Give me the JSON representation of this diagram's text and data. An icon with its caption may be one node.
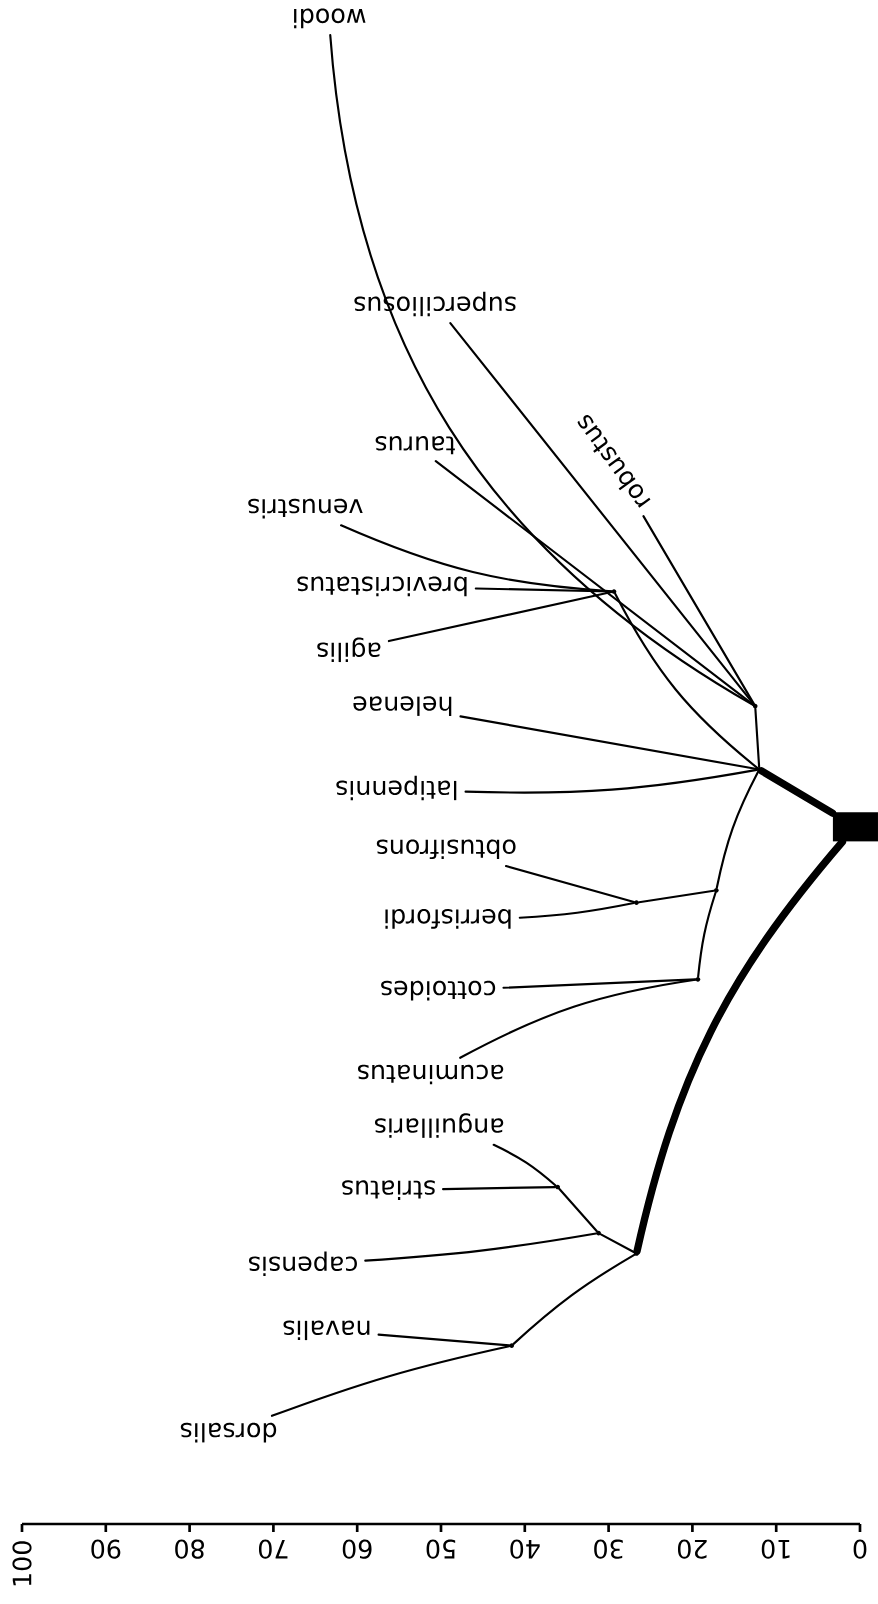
{
  "diagram": {
    "nodes": [
      {
        "text": [
          "woodi"
        ]
      },
      {
        "text": [
          "superciliosus"
        ]
      },
      {
        "text": [
          "robustus"
        ]
      },
      {
        "text": [
          "taurus"
        ]
      },
      {
        "text": [
          "venustris"
        ]
      },
      {
        "text": [
          "brevicristatus"
        ]
      },
      {
        "text": [
          "agilis"
        ]
      },
      {
        "text": [
          "helenae"
        ]
      },
      {
        "text": [
          "latipennis"
        ]
      },
      {
        "text": [
          "obtusifrons"
        ]
      },
      {
        "text": [
          "berrisfordi"
        ]
      },
      {
        "text": [
          "cottoides"
        ]
      },
      {
        "text": [
          "acuminatus"
        ]
      },
      {
        "text": [
          "anguillaris"
        ]
      },
      {
        "text": [
          "striatus"
        ]
      },
      {
        "text": [
          "capensis"
        ]
      },
      {
        "text": [
          "navalis"
        ]
      },
      {
        "text": [
          "dorsalis"
        ]
      },
      {
        "text": [],
        "shape": "bar"
      },
      {
        "text": [],
        "shape": "point"
      },
      {
        "text": [],
        "shape": "point"
      },
      {
        "text": [],
        "shape": "point"
      },
      {
        "text": [],
        "shape": "point"
      },
      {
        "text": [],
        "shape": "point"
      },
      {
        "text": [],
        "shape": "point"
      },
      {
        "text": [],
        "shape": "point"
      },
      {
        "text": [],
        "shape": "point"
      },
      {
        "text": [],
        "shape": "point"
      },
      {
        "text": [],
        "shape": "point"
      }
    ],
    "edges": [
      {
        "from": 18,
        "to": 19,
        "arrow": "none",
        "style": "thick"
      },
      {
        "from": 18,
        "to": 25,
        "arrow": "none",
        "style": "thick"
      },
      {
        "from": 19,
        "to": 20,
        "arrow": "none"
      },
      {
        "from": 20,
        "to": 0,
        "arrow": "none"
      },
      {
        "from": 20,
        "to": 1,
        "arrow": "none"
      },
      {
        "from": 20,
        "to": 2,
        "arrow": "none"
      },
      {
        "from": 20,
        "to": 3,
        "arrow": "none"
      },
      {
        "from": 19,
        "to": 21,
        "arrow": "none"
      },
      {
        "from": 21,
        "to": 4,
        "arrow": "none"
      },
      {
        "from": 21,
        "to": 5,
        "arrow": "none"
      },
      {
        "from": 21,
        "to": 6,
        "arrow": "none"
      },
      {
        "from": 19,
        "to": 7,
        "arrow": "none"
      },
      {
        "from": 19,
        "to": 8,
        "arrow": "none"
      },
      {
        "from": 19,
        "to": 22,
        "arrow": "none"
      },
      {
        "from": 22,
        "to": 23,
        "arrow": "none"
      },
      {
        "from": 23,
        "to": 9,
        "arrow": "none"
      },
      {
        "from": 23,
        "to": 10,
        "arrow": "none"
      },
      {
        "from": 22,
        "to": 24,
        "arrow": "none"
      },
      {
        "from": 24,
        "to": 11,
        "arrow": "none"
      },
      {
        "from": 24,
        "to": 12,
        "arrow": "none"
      },
      {
        "from": 25,
        "to": 26,
        "arrow": "none"
      },
      {
        "from": 26,
        "to": 15,
        "arrow": "none"
      },
      {
        "from": 26,
        "to": 27,
        "arrow": "none"
      },
      {
        "from": 27,
        "to": 14,
        "arrow": "none"
      },
      {
        "from": 27,
        "to": 13,
        "arrow": "none"
      },
      {
        "from": 25,
        "to": 28,
        "arrow": "none"
      },
      {
        "from": 28,
        "to": 16,
        "arrow": "none"
      },
      {
        "from": 28,
        "to": 17,
        "arrow": "none"
      }
    ],
    "labels": [
      "100",
      "90",
      "80",
      "70",
      "60",
      "50",
      "40",
      "30",
      "20",
      "10",
      "0"
    ]
  }
}
